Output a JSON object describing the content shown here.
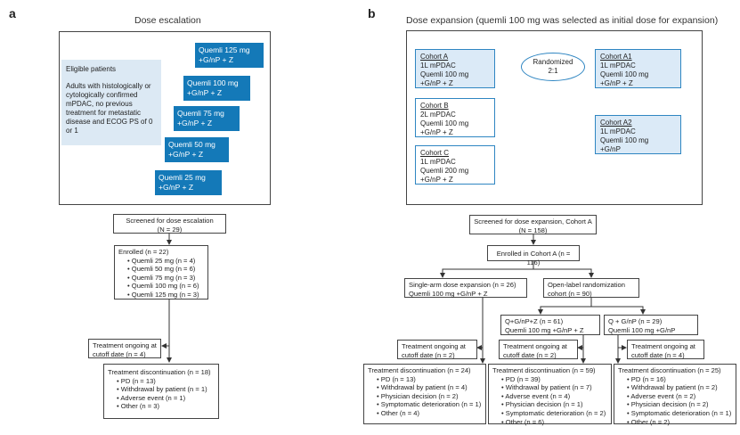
{
  "panel_a": {
    "letter": "a",
    "title": "Dose escalation",
    "eligible": {
      "title": "Eligible patients",
      "text": "Adults with histologically or cytologically confirmed mPDAC, no previous treatment for metastatic disease and ECOG PS of 0 or 1"
    },
    "doses": [
      {
        "line1": "Quemli 125 mg",
        "line2": "+G/nP + Z"
      },
      {
        "line1": "Quemli 100 mg",
        "line2": "+G/nP + Z"
      },
      {
        "line1": "Quemli 75 mg",
        "line2": "+G/nP + Z"
      },
      {
        "line1": "Quemli 50 mg",
        "line2": "+G/nP + Z"
      },
      {
        "line1": "Quemli 25 mg",
        "line2": "+G/nP + Z"
      }
    ],
    "flow": {
      "screened": {
        "line1": "Screened for dose escalation",
        "line2": "(N = 29)"
      },
      "enrolled": {
        "title": "Enrolled (n = 22)",
        "items": [
          "Quemli 25 mg (n = 4)",
          "Quemli 50 mg (n = 6)",
          "Quemli 75 mg (n = 3)",
          "Quemli 100 mg (n = 6)",
          "Quemli 125 mg (n = 3)"
        ]
      },
      "ongoing": {
        "line1": "Treatment ongoing at",
        "line2": "cutoff date (n = 4)"
      },
      "discontinuation": {
        "title": "Treatment discontinuation (n = 18)",
        "items": [
          "PD (n = 13)",
          "Withdrawal by patient (n = 1)",
          "Adverse event (n = 1)",
          "Other (n = 3)"
        ]
      }
    }
  },
  "panel_b": {
    "letter": "b",
    "title": "Dose expansion (quemli 100 mg was selected as initial dose for expansion)",
    "cohorts": {
      "a": {
        "name": "Cohort A",
        "lines": [
          "1L mPDAC",
          "Quemli 100 mg",
          "+G/nP + Z"
        ]
      },
      "b": {
        "name": "Cohort B",
        "lines": [
          "2L mPDAC",
          "Quemli 100 mg",
          "+G/nP + Z"
        ]
      },
      "c": {
        "name": "Cohort C",
        "lines": [
          "1L mPDAC",
          "Quemli 200 mg",
          "+G/nP + Z"
        ]
      },
      "a1": {
        "name": "Cohort A1",
        "lines": [
          "1L mPDAC",
          "Quemli 100 mg",
          "+G/nP + Z"
        ]
      },
      "a2": {
        "name": "Cohort A2",
        "lines": [
          "1L mPDAC",
          "Quemli 100 mg",
          "+G/nP"
        ]
      }
    },
    "randomized": {
      "line1": "Randomized",
      "line2": "2:1"
    },
    "flow": {
      "screened": {
        "line1": "Screened for dose expansion, Cohort A",
        "line2": "(N = 158)"
      },
      "enrolled": "Enrolled in Cohort A (n = 116)",
      "single_arm": {
        "line1": "Single-arm dose expansion (n = 26)",
        "line2": "Quemli 100 mg +G/nP + Z"
      },
      "open_label": {
        "line1": "Open-label randomization",
        "line2": "cohort (n = 90)"
      },
      "arm1": {
        "line1": "Q+G/nP+Z (n = 61)",
        "line2": "Quemli 100 mg +G/nP + Z"
      },
      "arm2": {
        "line1": "Q + G/nP (n = 29)",
        "line2": "Quemli 100 mg +G/nP"
      },
      "ongoing1": {
        "line1": "Treatment ongoing at",
        "line2": "cutoff date (n = 2)"
      },
      "ongoing2": {
        "line1": "Treatment ongoing at",
        "line2": "cutoff date (n = 2)"
      },
      "ongoing3": {
        "line1": "Treatment ongoing at",
        "line2": "cutoff date (n = 4)"
      },
      "disc1": {
        "title": "Treatment discontinuation (n = 24)",
        "items": [
          "PD (n = 13)",
          "Withdrawal by patient (n = 4)",
          "Physician decision (n = 2)",
          "Symptomatic deterioration (n = 1)",
          "Other (n = 4)"
        ]
      },
      "disc2": {
        "title": "Treatment discontinuation (n = 59)",
        "items": [
          "PD (n = 39)",
          "Withdrawal by patient (n = 7)",
          "Adverse event (n = 4)",
          "Physician decision (n = 1)",
          "Symptomatic deterioration (n = 2)",
          "Other (n = 6)"
        ]
      },
      "disc3": {
        "title": "Treatment discontinuation (n = 25)",
        "items": [
          "PD (n = 16)",
          "Withdrawal by patient (n = 2)",
          "Adverse event (n = 2)",
          "Physician decision (n = 2)",
          "Symptomatic deterioration (n = 1)",
          "Other (n = 2)"
        ]
      }
    }
  }
}
